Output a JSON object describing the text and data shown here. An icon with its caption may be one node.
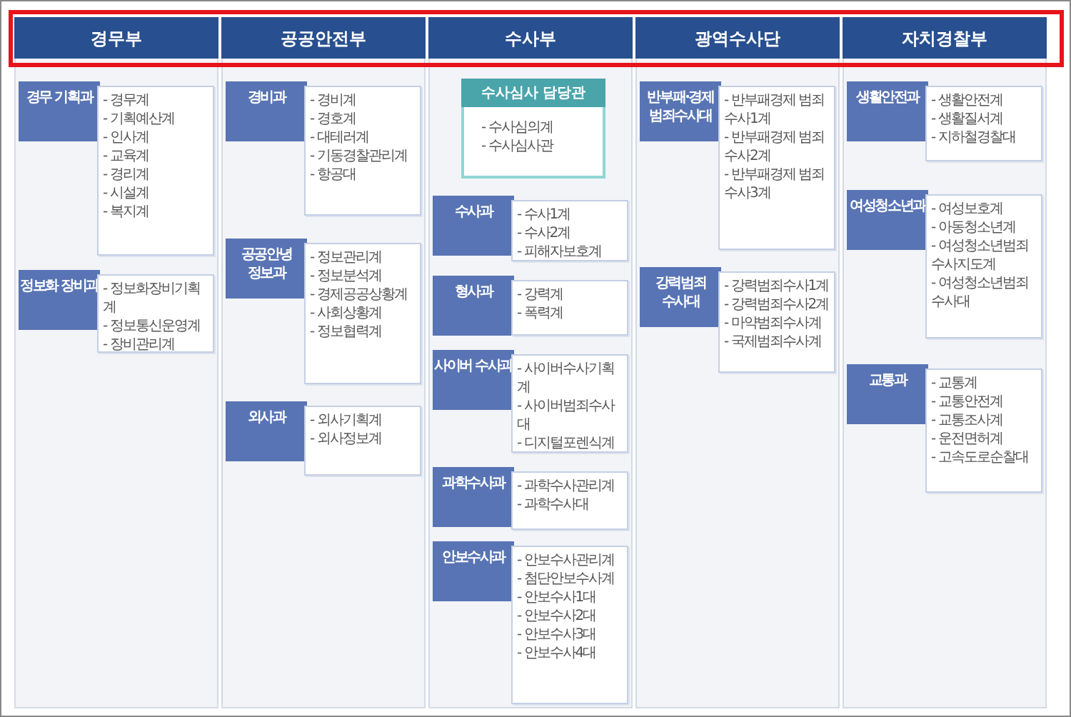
{
  "diagram": {
    "nodes": [
      {
        "text": [
          "경무부"
        ]
      },
      {
        "text": [
          "경무 기획과"
        ],
        "in": 0
      },
      {
        "text": [
          "- 경무계",
          "- 기획예산계",
          "- 인사계",
          "- 교육계",
          "- 경리계",
          "- 시설계",
          "- 복지계"
        ],
        "in": 0
      },
      {
        "text": [
          "정보화 장비과"
        ],
        "in": 0
      },
      {
        "text": [
          "- 정보화장비기획계",
          "- 정보통신운영계",
          "- 장비관리계"
        ],
        "in": 0
      },
      {
        "text": [
          "공공안전부"
        ]
      },
      {
        "text": [
          "경비과"
        ],
        "in": 5
      },
      {
        "text": [
          "- 경비계",
          "- 경호계",
          "- 대테러계",
          "- 기동경찰관리계",
          "- 항공대"
        ],
        "in": 5
      },
      {
        "text": [
          "공공안녕 정보과"
        ],
        "in": 5
      },
      {
        "text": [
          "- 정보관리계",
          "- 정보분석계",
          "- 경제공공상황계",
          "- 사회상황계",
          "- 정보협력계"
        ],
        "in": 5
      },
      {
        "text": [
          "외사과"
        ],
        "in": 5
      },
      {
        "text": [
          "- 외사기획계",
          "- 외사정보계"
        ],
        "in": 5
      },
      {
        "text": [
          "수사부"
        ]
      },
      {
        "text": [
          "수사심사 담당관"
        ],
        "in": 12
      },
      {
        "text": [
          "-   수사심의계",
          "-   수사심사관"
        ],
        "in": 12
      },
      {
        "text": [
          "수사과"
        ],
        "in": 12
      },
      {
        "text": [
          "- 수사1계",
          "- 수사2계",
          "- 피해자보호계"
        ],
        "in": 12
      },
      {
        "text": [
          "형사과"
        ],
        "in": 12
      },
      {
        "text": [
          "- 강력계",
          "- 폭력계"
        ],
        "in": 12
      },
      {
        "text": [
          "사이버 수사과"
        ],
        "in": 12
      },
      {
        "text": [
          "- 사이버수사기획계",
          "- 사이버범죄수사대",
          "- 디지털포렌식계"
        ],
        "in": 12
      },
      {
        "text": [
          "과학수사과"
        ],
        "in": 12
      },
      {
        "text": [
          "- 과학수사관리계",
          "- 과학수사대"
        ],
        "in": 12
      },
      {
        "text": [
          "안보수사과"
        ],
        "in": 12
      },
      {
        "text": [
          "- 안보수사관리계",
          "- 첨단안보수사계",
          "- 안보수사1대",
          "- 안보수사2대",
          "- 안보수사3대",
          "- 안보수사4대"
        ],
        "in": 12
      },
      {
        "text": [
          "광역수사단"
        ]
      },
      {
        "text": [
          "반부패·경제 범죄수사대"
        ],
        "in": 25
      },
      {
        "text": [
          "- 반부패경제 범죄수사1계",
          "- 반부패경제 범죄수사2계",
          "- 반부패경제 범죄수사3계"
        ],
        "in": 25
      },
      {
        "text": [
          "강력범죄 수사대"
        ],
        "in": 25
      },
      {
        "text": [
          "- 강력범죄수사1계",
          "- 강력범죄수사2계",
          "- 마약범죄수사계",
          "- 국제범죄수사계"
        ],
        "in": 25
      },
      {
        "text": [
          "자치경찰부"
        ]
      },
      {
        "text": [
          "생활안전과"
        ],
        "in": 30
      },
      {
        "text": [
          "- 생활안전계",
          "- 생활질서계",
          "- 지하철경찰대"
        ],
        "in": 30
      },
      {
        "text": [
          "여성청소년과"
        ],
        "in": 30
      },
      {
        "text": [
          "- 여성보호계",
          "- 아동청소년계",
          "- 여성청소년범죄 수사지도계",
          "- 여성청소년범죄 수사대"
        ],
        "in": 30
      },
      {
        "text": [
          "교통과"
        ],
        "in": 30
      },
      {
        "text": [
          "- 교통계",
          "- 교통안전계",
          "- 교통조사계",
          "- 운전면허계",
          "- 고속도로순찰대"
        ],
        "in": 30
      }
    ],
    "edges": []
  }
}
